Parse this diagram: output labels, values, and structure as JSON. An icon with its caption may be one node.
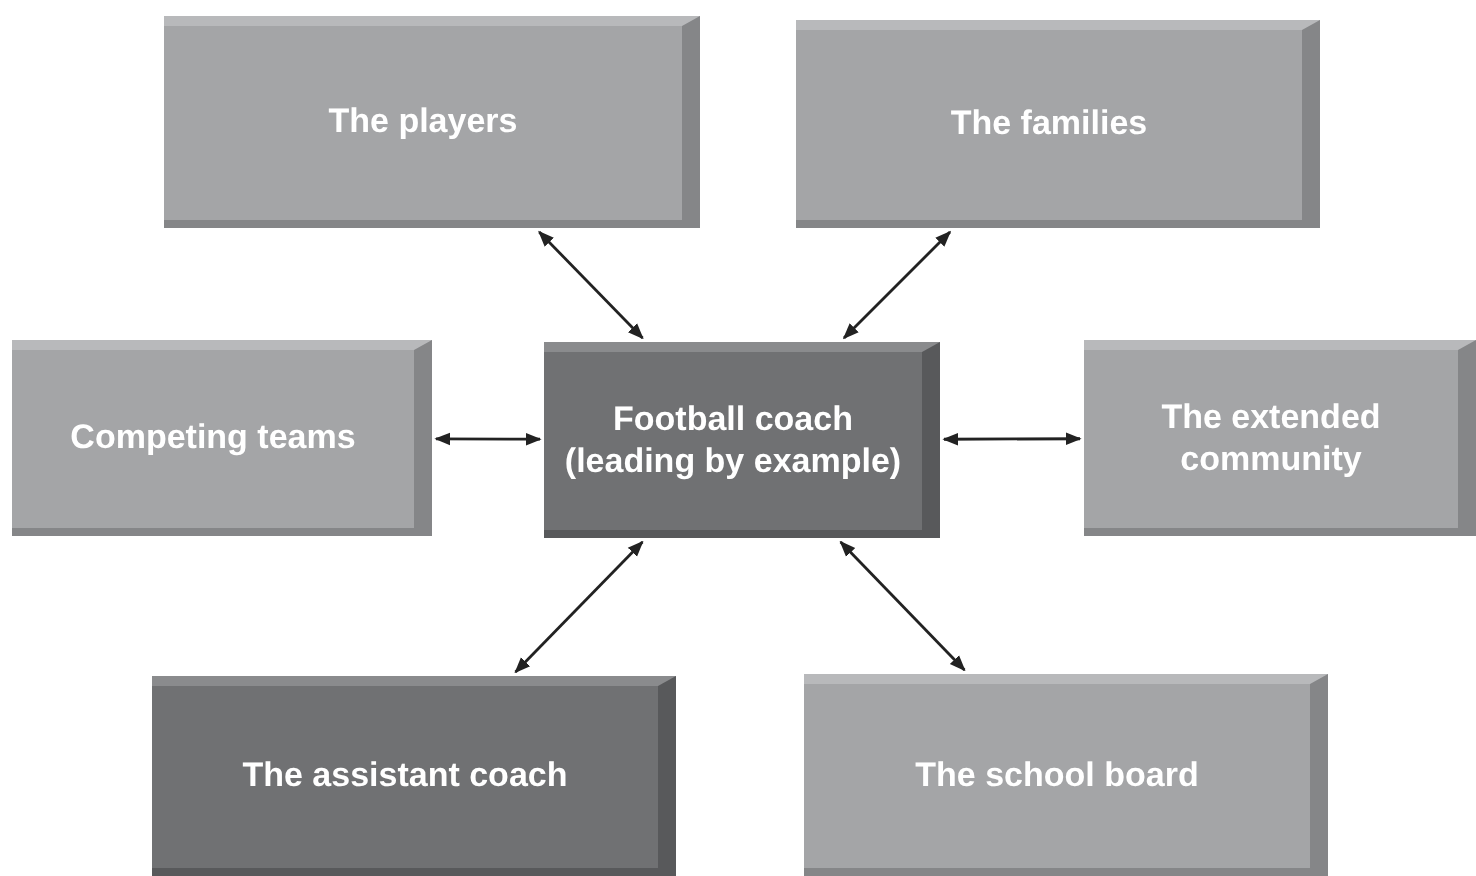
{
  "diagram": {
    "nodes": [
      {
        "text": [
          "The players"
        ]
      },
      {
        "text": [
          "The families"
        ]
      },
      {
        "text": [
          "Competing teams"
        ]
      },
      {
        "text": [
          "Football coach (leading by example)"
        ]
      },
      {
        "text": [
          "The extended community"
        ]
      },
      {
        "text": [
          "The assistant coach"
        ]
      },
      {
        "text": [
          "The school board"
        ]
      }
    ],
    "edges": [
      {
        "from": 3,
        "to": 0,
        "arrow": "both"
      },
      {
        "from": 3,
        "to": 1,
        "arrow": "both"
      },
      {
        "from": 3,
        "to": 2,
        "arrow": "both"
      },
      {
        "from": 3,
        "to": 4,
        "arrow": "both"
      },
      {
        "from": 3,
        "to": 5,
        "arrow": "both"
      },
      {
        "from": 3,
        "to": 6,
        "arrow": "both"
      }
    ]
  }
}
